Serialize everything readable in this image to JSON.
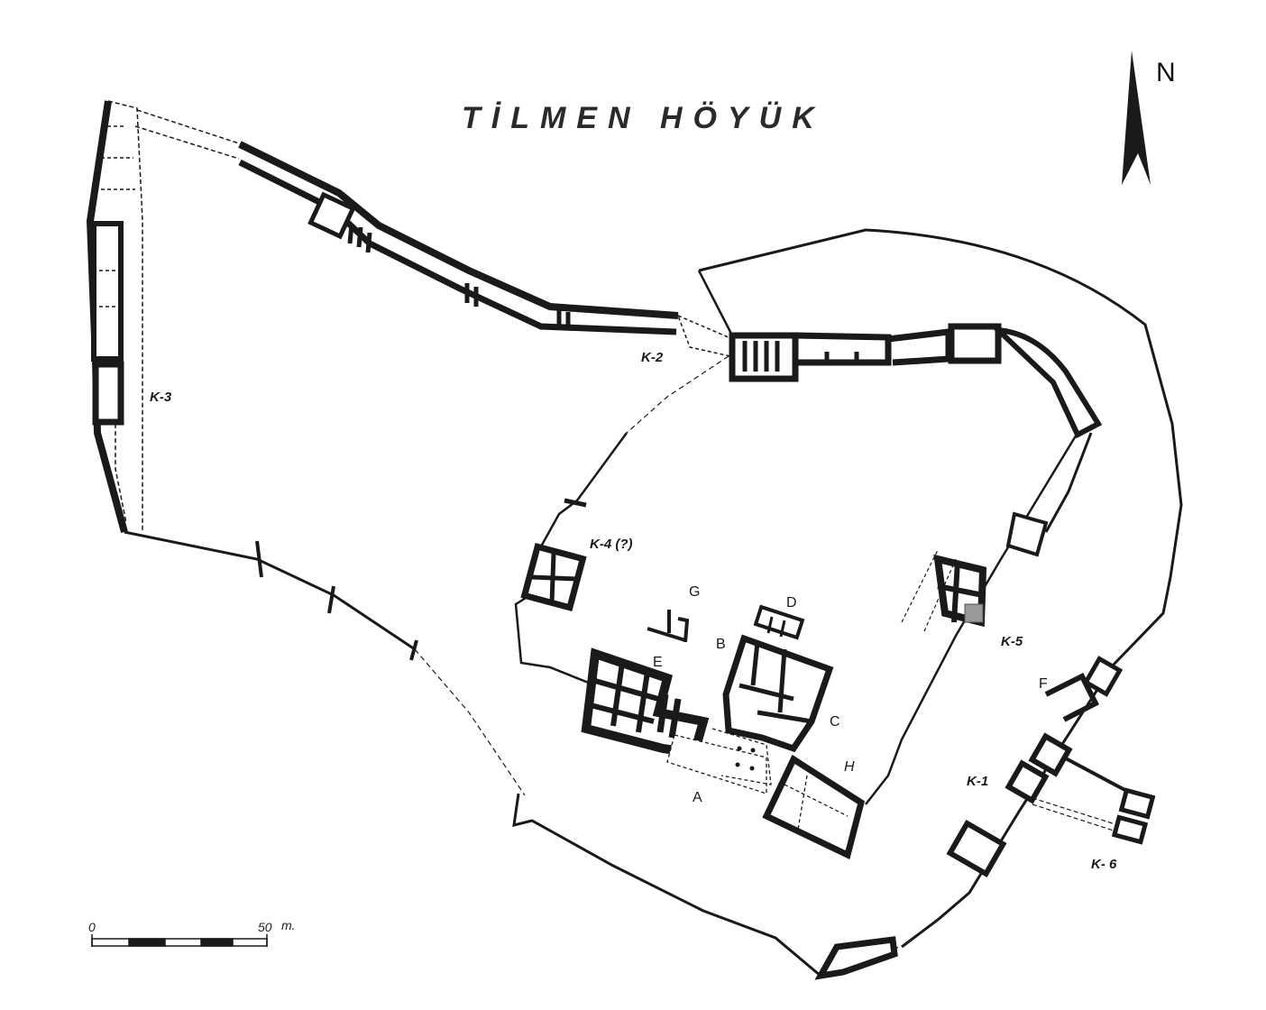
{
  "title": "TİLMEN HÖYÜK",
  "north_arrow": {
    "label": "N",
    "icon": "north-arrow-icon"
  },
  "scale_bar": {
    "start_label": "0",
    "end_label": "50",
    "unit": "m.",
    "segments": 5
  },
  "wall_labels": [
    {
      "id": "K-3",
      "text": "K-3"
    },
    {
      "id": "K-2",
      "text": "K-2"
    },
    {
      "id": "K-4",
      "text": "K-4 (?)"
    },
    {
      "id": "K-5",
      "text": "K-5"
    },
    {
      "id": "K-1",
      "text": "K-1"
    },
    {
      "id": "K-6",
      "text": "K- 6"
    }
  ],
  "building_labels": [
    {
      "id": "A",
      "text": "A"
    },
    {
      "id": "B",
      "text": "B"
    },
    {
      "id": "C",
      "text": "C"
    },
    {
      "id": "D",
      "text": "D"
    },
    {
      "id": "E",
      "text": "E"
    },
    {
      "id": "F",
      "text": "F"
    },
    {
      "id": "G",
      "text": "G"
    },
    {
      "id": "H",
      "text": "H"
    }
  ],
  "colors": {
    "ink": "#1a1a1a",
    "paper": "#ffffff",
    "dashed": "#555555"
  }
}
